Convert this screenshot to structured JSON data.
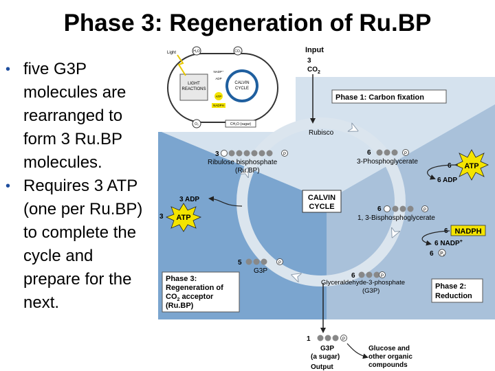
{
  "slide": {
    "title": "Phase 3: Regeneration of Ru.BP",
    "bullets": [
      "five G3P molecules are rearranged to form 3 Ru.BP molecules.",
      "Requires 3 ATP (one per Ru.BP) to complete the cycle and prepare for the next."
    ]
  },
  "diagram": {
    "input": {
      "label": "Input",
      "count": "3",
      "molecule": "CO",
      "subscript": "2"
    },
    "output": {
      "label": "Output",
      "count": "1",
      "molecule": "G3P",
      "note": "(a sugar)",
      "product": [
        "Glucose and",
        "other organic",
        "compounds"
      ]
    },
    "phase1": "Phase 1: Carbon fixation",
    "phase2": [
      "Phase 2:",
      "Reduction"
    ],
    "phase3": [
      "Phase 3:",
      "Regeneration of",
      "CO acceptor",
      "(Ru.BP)"
    ],
    "phase3_sub": "2",
    "center": [
      "CALVIN",
      "CYCLE"
    ],
    "enzyme": "Rubisco",
    "rubp": {
      "count": "3",
      "name": "Ribulose bisphosphate",
      "abbr": "(Ru.BP)"
    },
    "pga": {
      "count": "6",
      "name": "3-Phosphoglycerate"
    },
    "bpg": {
      "count": "6",
      "name": "1, 3-Bisphosphoglycerate"
    },
    "g3p6": {
      "count": "6",
      "name": "Glyceraldehyde-3-phosphate",
      "abbr": "(G3P)"
    },
    "g3p5": {
      "count": "5",
      "name": "G3P"
    },
    "atp_in": {
      "count": "6",
      "label": "ATP"
    },
    "adp_out": "6 ADP",
    "nadph_in": {
      "count": "6",
      "label": "NADPH"
    },
    "nadp_out": "6 NADP",
    "nadp_sup": "+",
    "pi_out": {
      "count": "6",
      "label": "P",
      "sub": "i"
    },
    "phase3_atp": {
      "count": "3",
      "label": "ATP"
    },
    "phase3_adp": "3 ADP",
    "phosphate": "P",
    "thumb": {
      "light": "Light",
      "h2o": "H₂O",
      "co2": "CO₂",
      "light_reactions": [
        "LIGHT",
        "REACTIONS"
      ],
      "calvin": [
        "CALVIN",
        "CYCLE"
      ],
      "nadp": "NADP⁺",
      "adp": "ADP",
      "atp": "ATP",
      "nadph": "NADPH",
      "o2": "O₂",
      "sugar": "CH₂O (sugar)"
    },
    "colors": {
      "phase3_bg": "#7ba5cf",
      "phase2_bg": "#a9c1da",
      "phase1_bg": "#d5e2ee",
      "circle": "#dbe5ee",
      "atp": "#f4e400"
    }
  }
}
